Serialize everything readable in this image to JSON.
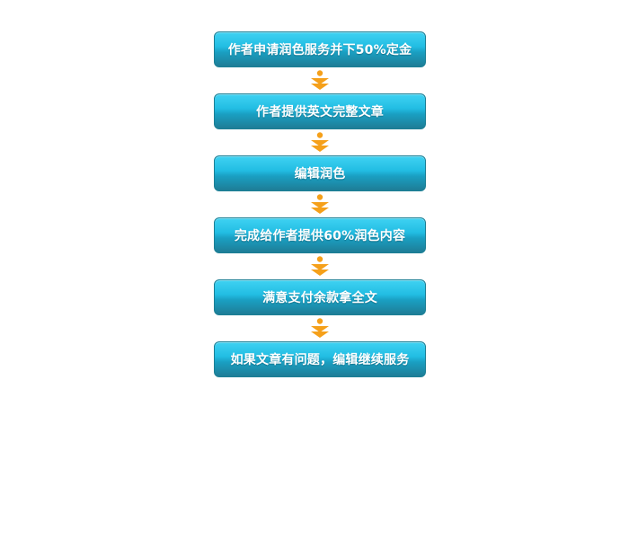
{
  "steps": [
    {
      "label": "作者申请润色服务并下50%定金"
    },
    {
      "label": "作者提供英文完整文章"
    },
    {
      "label": "编辑润色"
    },
    {
      "label": "完成给作者提供60%润色内容"
    },
    {
      "label": "满意支付余款拿全文"
    },
    {
      "label": "如果文章有问题，编辑继续服务"
    }
  ],
  "colors": {
    "step_top": "#3fd2f2",
    "step_bottom": "#1e7d96",
    "arrow": "#f5a01a"
  },
  "icons": {
    "connector": "double-chevron-down-arrow-icon"
  }
}
